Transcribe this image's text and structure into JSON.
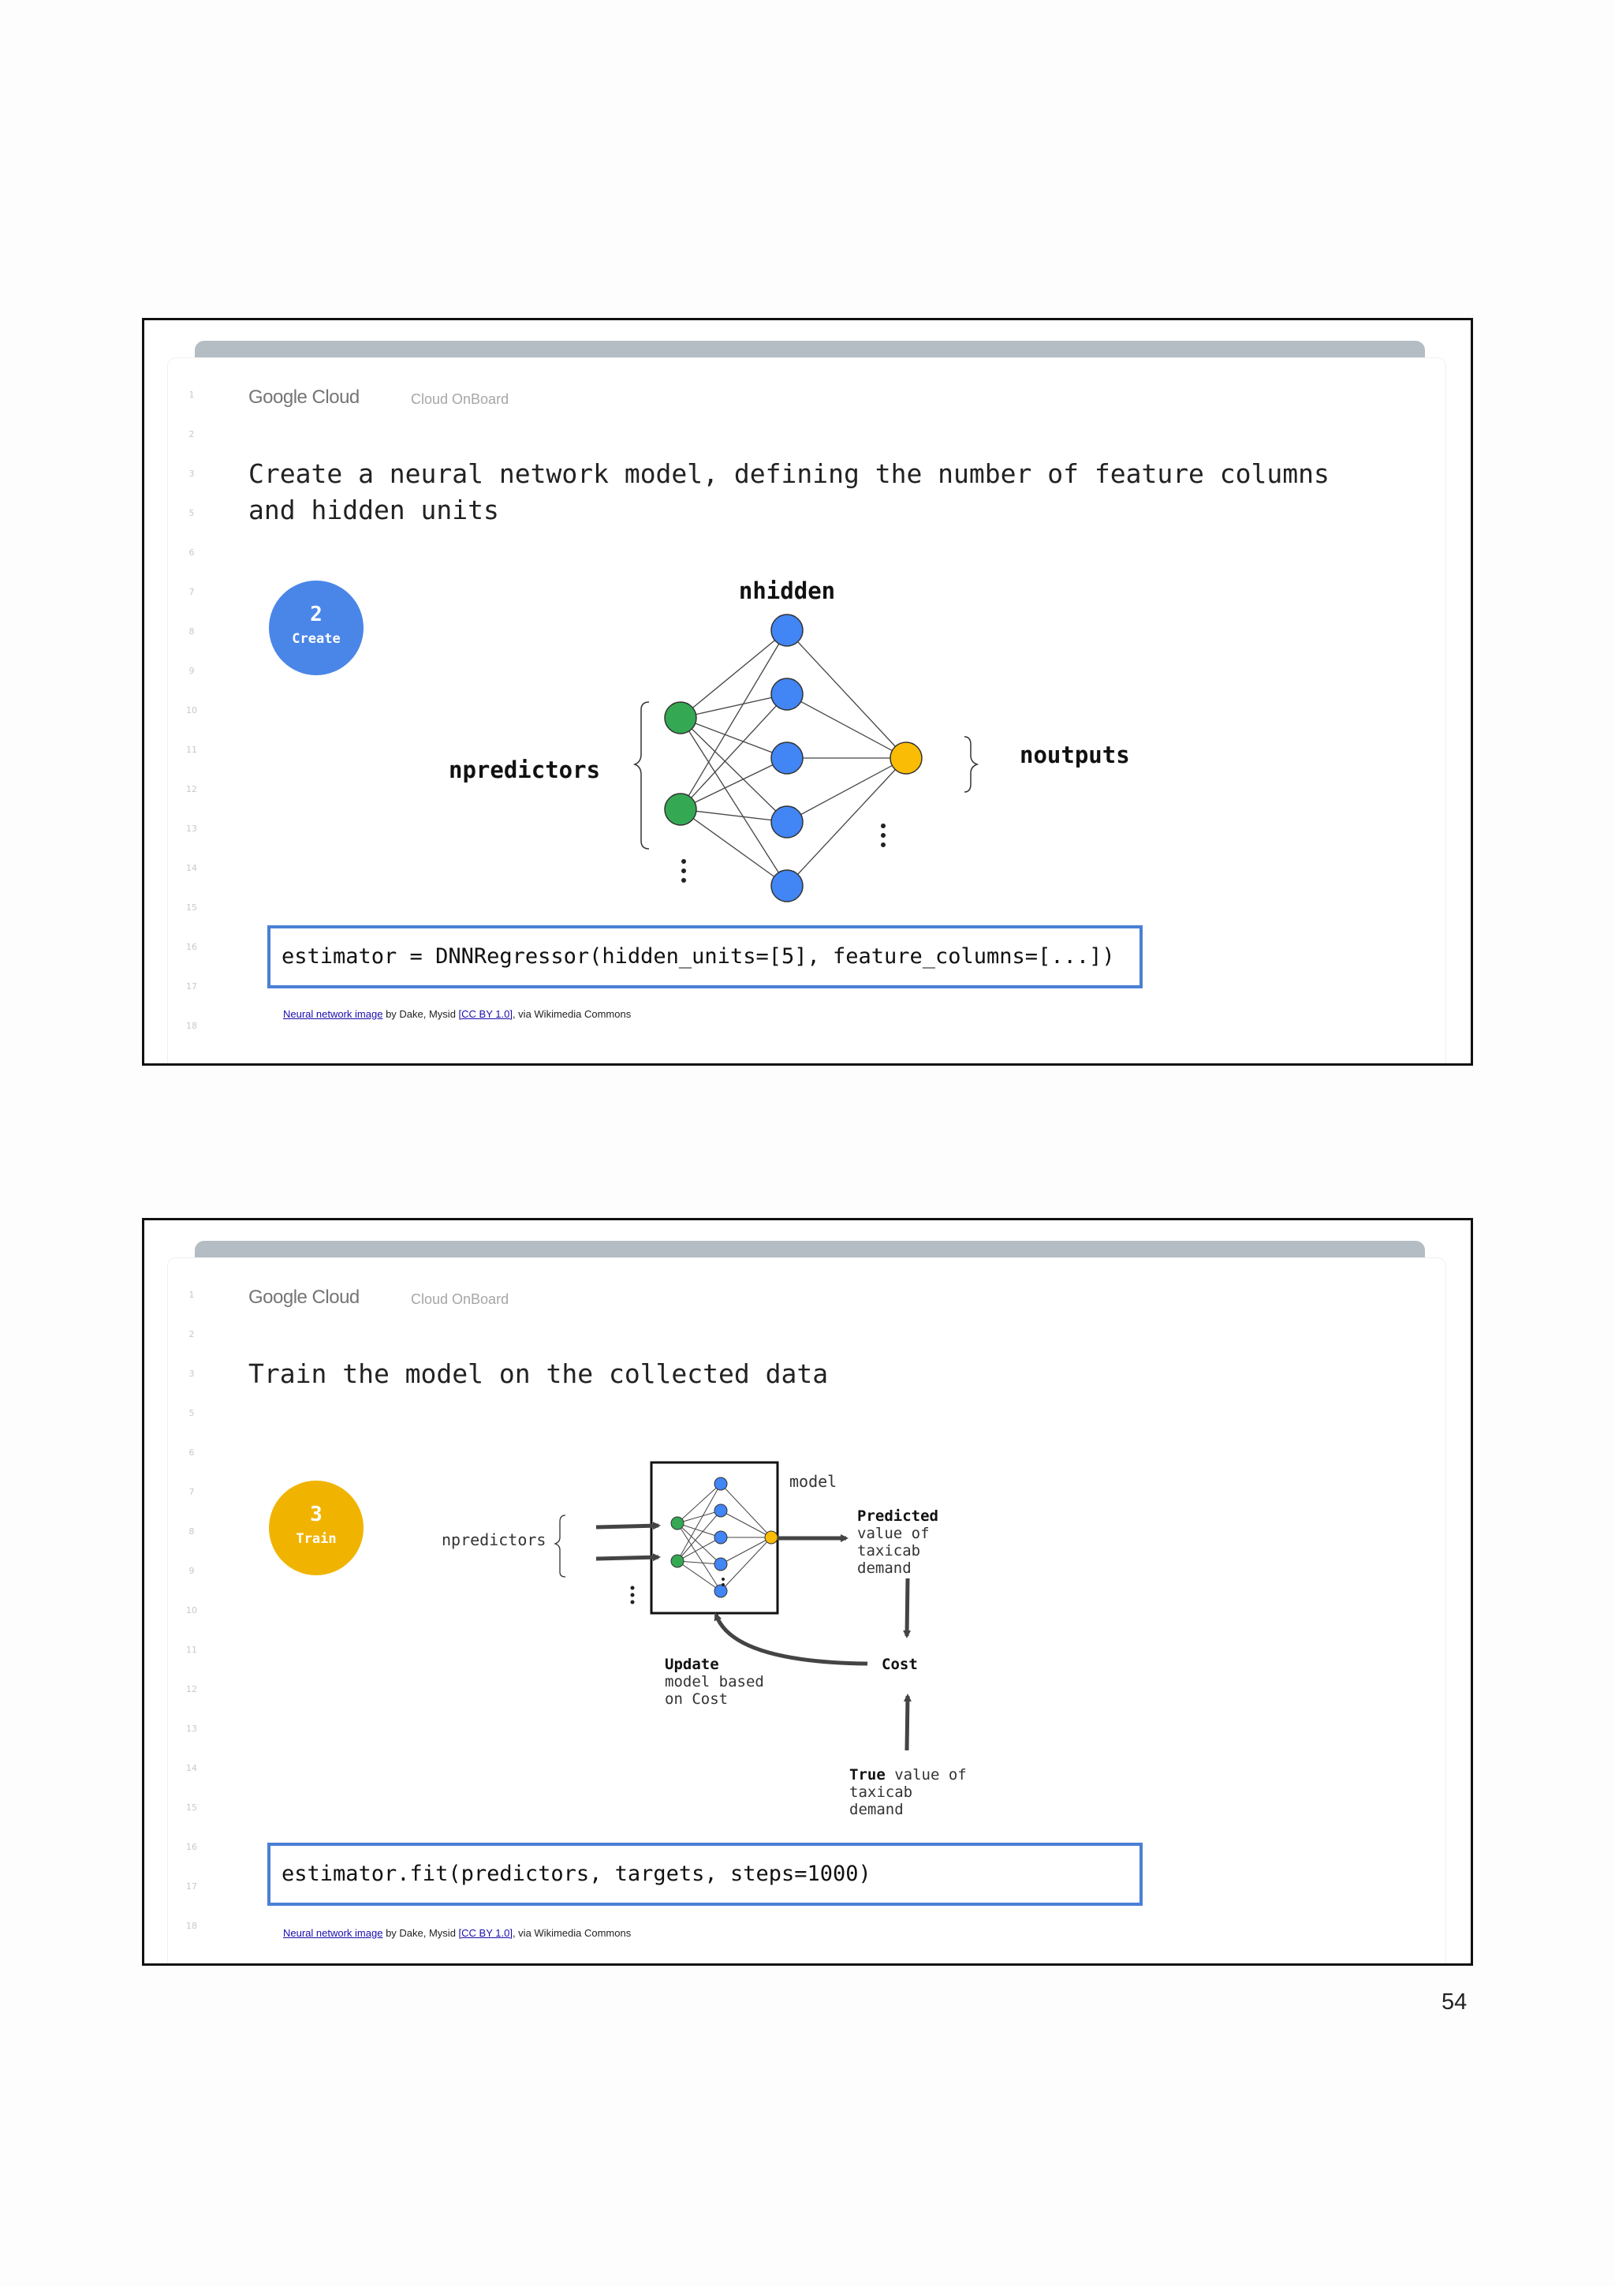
{
  "page_number": "54",
  "slides": [
    {
      "brand": "Google Cloud",
      "subbrand": "Cloud OnBoard",
      "title": "Create a neural network model, defining the number of feature columns\nand hidden units",
      "step": {
        "number": "2",
        "label": "Create",
        "color": "#4a86e8"
      },
      "diagram": {
        "nhidden": "nhidden",
        "npredictors": "npredictors",
        "noutputs": "noutputs"
      },
      "code": "estimator = DNNRegressor(hidden_units=[5], feature_columns=[...])",
      "attribution": {
        "link": "Neural network image",
        "by": " by Dake, Mysid ",
        "license": "[CC BY 1.0]",
        "via": ", via Wikimedia Commons"
      }
    },
    {
      "brand": "Google Cloud",
      "subbrand": "Cloud OnBoard",
      "title": "Train the model on the collected data",
      "step": {
        "number": "3",
        "label": "Train",
        "color": "#f0b400"
      },
      "diagram": {
        "model": "model",
        "npredictors": "npredictors",
        "predicted": {
          "bold": "Predicted",
          "rest": [
            "value of",
            "taxicab",
            "demand"
          ]
        },
        "cost": "Cost",
        "update": {
          "bold": "Update",
          "rest": [
            "model based",
            "on Cost"
          ]
        },
        "true_value": {
          "bold": "True",
          "first_rest": " value of",
          "rest": [
            "taxicab",
            "demand"
          ]
        }
      },
      "code": "estimator.fit(predictors, targets, steps=1000)",
      "attribution": {
        "link": "Neural network image",
        "by": " by Dake, Mysid ",
        "license": "[CC BY 1.0]",
        "via": ", via Wikimedia Commons"
      }
    }
  ],
  "colors": {
    "input_node": "#34a853",
    "hidden_node": "#4285f4",
    "output_node": "#fbbc05",
    "code_border": "#4a7fd6"
  }
}
